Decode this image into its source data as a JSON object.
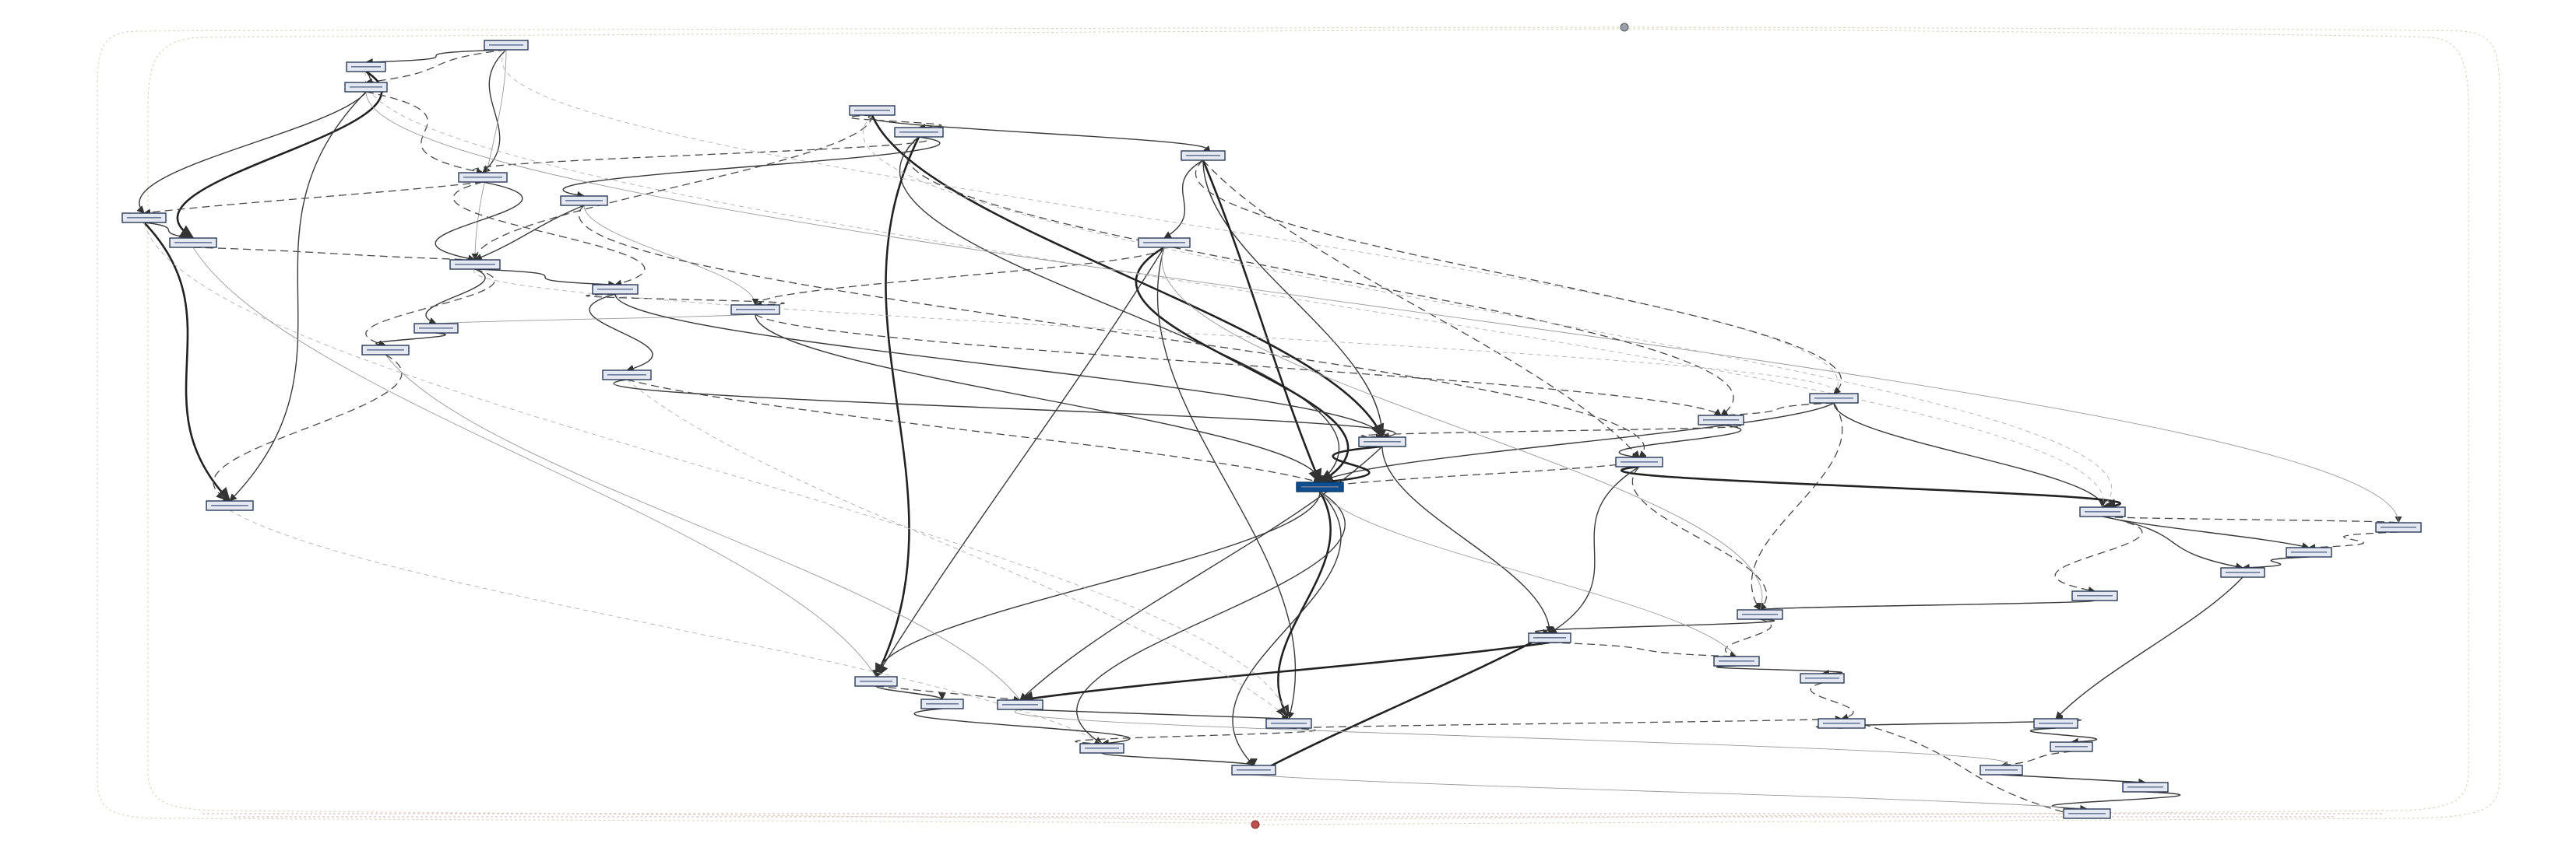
{
  "diagram": {
    "kind": "state-flow-graph",
    "colors": {
      "node_fill": "#e4e8f2",
      "node_stroke": "#2b3a55",
      "focus_node_fill": "#0e4e8e",
      "edge": "#3a3a3a",
      "start_terminal": "#9aa0a8",
      "end_terminal": "#c05050"
    },
    "nodes": [
      {
        "id": "n1",
        "style": "normal"
      },
      {
        "id": "n2",
        "style": "normal"
      },
      {
        "id": "n3",
        "style": "normal"
      },
      {
        "id": "n4",
        "style": "normal"
      },
      {
        "id": "n5",
        "style": "normal"
      },
      {
        "id": "n6",
        "style": "normal"
      },
      {
        "id": "n7",
        "style": "normal"
      },
      {
        "id": "n8",
        "style": "normal"
      },
      {
        "id": "n9",
        "style": "normal"
      },
      {
        "id": "n10",
        "style": "normal"
      },
      {
        "id": "n11",
        "style": "normal"
      },
      {
        "id": "n12",
        "style": "normal"
      },
      {
        "id": "n13",
        "style": "normal"
      },
      {
        "id": "n14",
        "style": "normal"
      },
      {
        "id": "n15",
        "style": "normal"
      },
      {
        "id": "n16",
        "style": "normal"
      },
      {
        "id": "n17",
        "style": "normal"
      },
      {
        "id": "n18",
        "style": "normal"
      },
      {
        "id": "n19",
        "style": "normal"
      },
      {
        "id": "n20",
        "style": "normal"
      },
      {
        "id": "n21",
        "style": "focus"
      },
      {
        "id": "n22",
        "style": "normal"
      },
      {
        "id": "n23",
        "style": "normal"
      },
      {
        "id": "n24",
        "style": "normal"
      },
      {
        "id": "n25",
        "style": "normal"
      },
      {
        "id": "n26",
        "style": "normal"
      },
      {
        "id": "n27",
        "style": "normal"
      },
      {
        "id": "n28",
        "style": "normal"
      },
      {
        "id": "n29",
        "style": "normal"
      },
      {
        "id": "n30",
        "style": "normal"
      },
      {
        "id": "n31",
        "style": "normal"
      },
      {
        "id": "n32",
        "style": "normal"
      },
      {
        "id": "n33",
        "style": "normal"
      },
      {
        "id": "n34",
        "style": "normal"
      },
      {
        "id": "n35",
        "style": "normal"
      },
      {
        "id": "n36",
        "style": "normal"
      },
      {
        "id": "n37",
        "style": "normal"
      },
      {
        "id": "n38",
        "style": "normal"
      },
      {
        "id": "n39",
        "style": "normal"
      },
      {
        "id": "n40",
        "style": "normal"
      },
      {
        "id": "n41",
        "style": "normal"
      },
      {
        "id": "n42",
        "style": "normal"
      },
      {
        "id": "n43",
        "style": "normal"
      },
      {
        "id": "n44",
        "style": "normal"
      }
    ],
    "terminals": [
      {
        "id": "start",
        "icon": "start-node-icon"
      },
      {
        "id": "end",
        "icon": "end-node-icon"
      }
    ]
  }
}
